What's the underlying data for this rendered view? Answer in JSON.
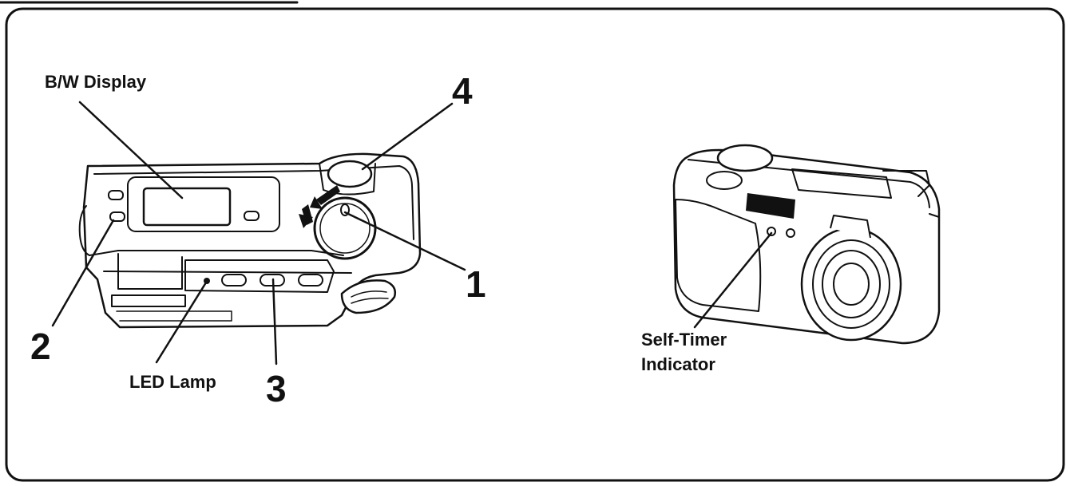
{
  "labels": {
    "bw_display": "B/W Display",
    "led_lamp": "LED Lamp",
    "self_timer_line1": "Self-Timer",
    "self_timer_line2": "Indicator"
  },
  "callout_numbers": {
    "n1": "1",
    "n2": "2",
    "n3": "3",
    "n4": "4"
  },
  "colors": {
    "ink": "#111111",
    "paper": "#ffffff"
  }
}
